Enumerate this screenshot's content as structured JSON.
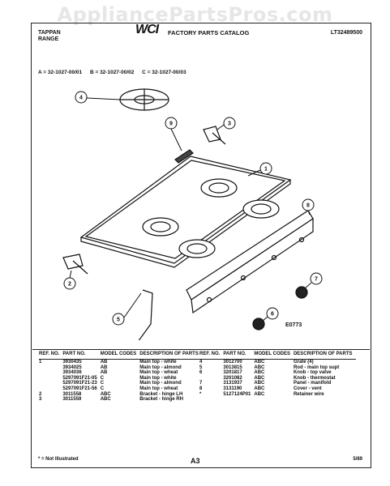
{
  "watermark": "AppliancePartsPros.com",
  "header": {
    "brand_line1": "TAPPAN",
    "brand_line2": "RANGE",
    "logo": "WCI",
    "catalog_title": "FACTORY PARTS CATALOG",
    "catalog_number": "LT32489500"
  },
  "models": {
    "a": "A = 32-1027-00/01",
    "b": "B = 32-1027-00/02",
    "c": "C = 32-1027-00/03"
  },
  "diagram": {
    "code": "E0773",
    "callouts": [
      "1",
      "2",
      "3",
      "4",
      "5",
      "6",
      "7",
      "8",
      "9"
    ]
  },
  "table_headers": {
    "ref": "REF. NO.",
    "part": "PART NO.",
    "model": "MODEL CODES",
    "desc": "DESCRIPTION OF PARTS"
  },
  "parts_left": [
    {
      "ref": "1",
      "part": "3930435",
      "model": "AB",
      "desc": "Main top - white"
    },
    {
      "ref": "",
      "part": "3934025",
      "model": "AB",
      "desc": "Main top - almond"
    },
    {
      "ref": "",
      "part": "3934036",
      "model": "AB",
      "desc": "Main top - wheat"
    },
    {
      "ref": "",
      "part": "5297091F21-05",
      "model": "C",
      "desc": "Main top - white"
    },
    {
      "ref": "",
      "part": "5297091F21-23",
      "model": "C",
      "desc": "Main top - almond"
    },
    {
      "ref": "",
      "part": "5297091F21-56",
      "model": "C",
      "desc": "Main top - wheat"
    },
    {
      "ref": "2",
      "part": "3011558",
      "model": "ABC",
      "desc": "Bracket - hinge LH"
    },
    {
      "ref": "3",
      "part": "3011559",
      "model": "ABC",
      "desc": "Bracket - hinge RH"
    }
  ],
  "parts_right": [
    {
      "ref": "4",
      "part": "3012700",
      "model": "ABC",
      "desc": "Grate (4)"
    },
    {
      "ref": "5",
      "part": "3013815",
      "model": "ABC",
      "desc": "Rod - main top supt"
    },
    {
      "ref": "6",
      "part": "3201817",
      "model": "ABC",
      "desc": "Knob - top valve"
    },
    {
      "ref": "",
      "part": "3201082",
      "model": "ABC",
      "desc": "Knob - thermostat"
    },
    {
      "ref": "7",
      "part": "3131937",
      "model": "ABC",
      "desc": "Panel - manifold"
    },
    {
      "ref": "8",
      "part": "3131190",
      "model": "ABC",
      "desc": "Cover - vent"
    },
    {
      "ref": "",
      "part": "",
      "model": "",
      "desc": ""
    },
    {
      "ref": "*",
      "part": "5127124P01",
      "model": "ABC",
      "desc": "Retainer wire"
    }
  ],
  "footer": {
    "note": "* = Not Illustrated",
    "page": "A3",
    "date": "5/89"
  }
}
